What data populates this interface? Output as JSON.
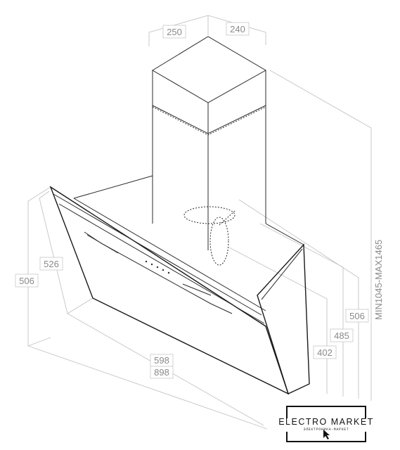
{
  "dimensions": {
    "chimney_width": "250",
    "chimney_depth": "240",
    "total_height": "MIN1045-MAX1465",
    "side_height_left": "526",
    "outer_height_left": "506",
    "right_height_outer": "506",
    "right_height_mid": "485",
    "right_height_inner": "402",
    "inner_width": "598",
    "outer_width": "898"
  },
  "logo": {
    "title": "ELECTRO MARKET",
    "subtitle": "ЭЛЕКТРОНИКА-МАРКЕТ"
  }
}
